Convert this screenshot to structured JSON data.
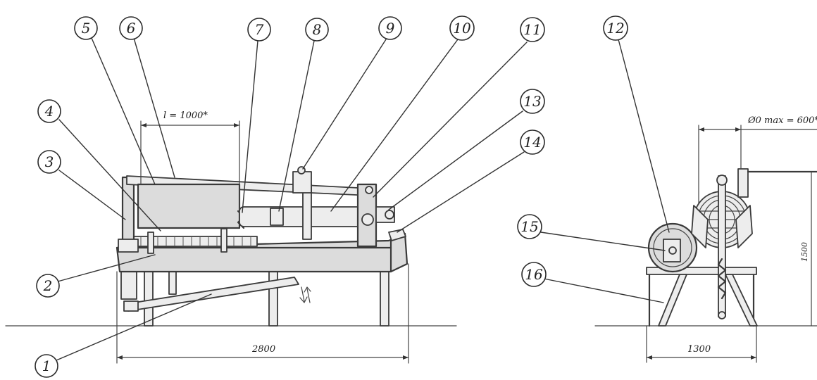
{
  "callouts": [
    {
      "id": "1",
      "label": "1"
    },
    {
      "id": "2",
      "label": "2"
    },
    {
      "id": "3",
      "label": "3"
    },
    {
      "id": "4",
      "label": "4"
    },
    {
      "id": "5",
      "label": "5"
    },
    {
      "id": "6",
      "label": "6"
    },
    {
      "id": "7",
      "label": "7"
    },
    {
      "id": "8",
      "label": "8"
    },
    {
      "id": "9",
      "label": "9"
    },
    {
      "id": "10",
      "label": "10"
    },
    {
      "id": "11",
      "label": "11"
    },
    {
      "id": "12",
      "label": "12"
    },
    {
      "id": "13",
      "label": "13"
    },
    {
      "id": "14",
      "label": "14"
    },
    {
      "id": "15",
      "label": "15"
    },
    {
      "id": "16",
      "label": "16"
    }
  ],
  "dimensions": {
    "length_label": "l = 1000*",
    "overall_length": "2800",
    "diameter_label": "Ø0 max = 600*",
    "overall_width": "1300",
    "height": "1500"
  }
}
